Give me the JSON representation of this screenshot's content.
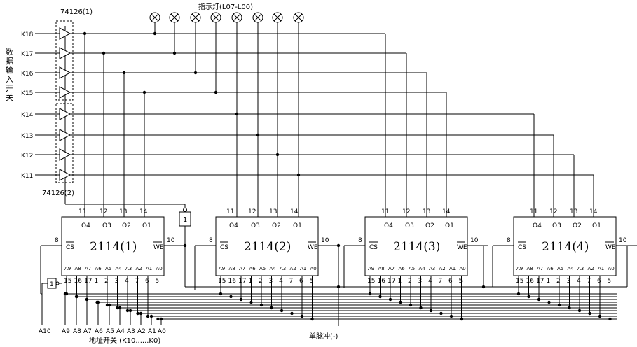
{
  "labels": {
    "buffer_top": "74126(1)",
    "buffer_bottom": "74126(2)",
    "indicator": "指示灯(L07-L00)",
    "data_switch": [
      "数",
      "据",
      "输",
      "入",
      "开",
      "关"
    ],
    "address_switch": "地址开关 (K10......K0)",
    "single_pulse": "单脉冲(-)",
    "not_gate": "1",
    "inv_gate": "1"
  },
  "data_switches": [
    "K18",
    "K17",
    "K16",
    "K15",
    "K14",
    "K13",
    "K12",
    "K11"
  ],
  "chips": [
    {
      "name": "2114(1)"
    },
    {
      "name": "2114(2)"
    },
    {
      "name": "2114(3)"
    },
    {
      "name": "2114(4)"
    }
  ],
  "chip_pins": {
    "top_numbers": [
      "11",
      "12",
      "13",
      "14"
    ],
    "top_outputs": [
      "O4",
      "O3",
      "O2",
      "O1"
    ],
    "cs_pin": "8",
    "cs_label": "CS",
    "we_pin": "10",
    "we_label": "WE",
    "addr_names": [
      "A9",
      "A8",
      "A7",
      "A6",
      "A5",
      "A4",
      "A3",
      "A2",
      "A1",
      "A0"
    ],
    "addr_pins": [
      "15",
      "16",
      "17",
      "1",
      "2",
      "3",
      "4",
      "7",
      "6",
      "5"
    ]
  },
  "address_lines": [
    "A10",
    "A9",
    "A8",
    "A7",
    "A6",
    "A5",
    "A4",
    "A3",
    "A2",
    "A1",
    "A0"
  ]
}
